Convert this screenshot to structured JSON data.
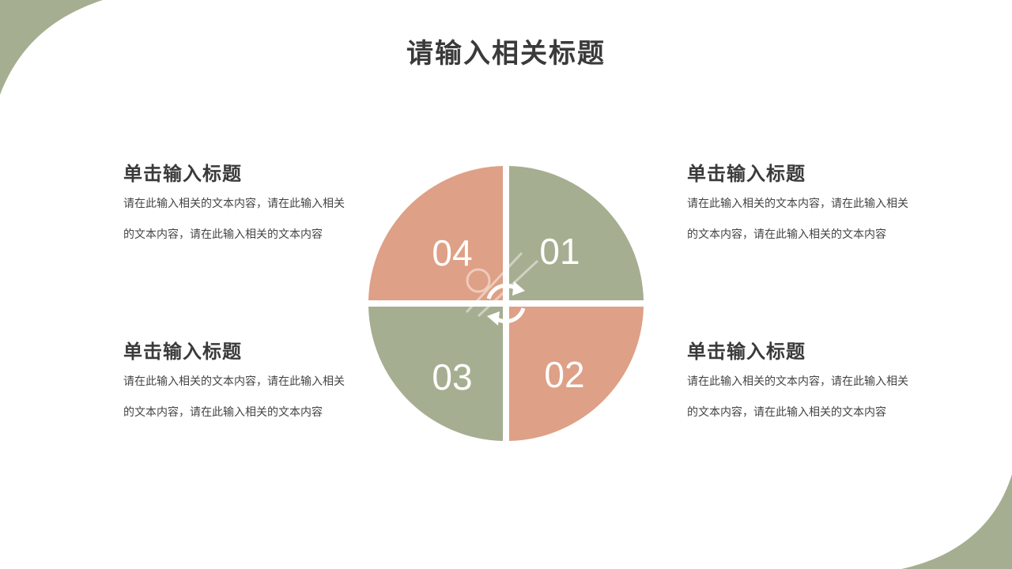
{
  "slide": {
    "title": "请输入相关标题",
    "colors": {
      "green": "#a6ae91",
      "salmon": "#dea086",
      "text": "#3a3a3a"
    },
    "blocks": [
      {
        "heading": "单击输入标题",
        "body": "请在此输入相关的文本内容，请在此输入相关的文本内容，请在此输入相关的文本内容"
      },
      {
        "heading": "单击输入标题",
        "body": "请在此输入相关的文本内容，请在此输入相关的文本内容，请在此输入相关的文本内容"
      },
      {
        "heading": "单击输入标题",
        "body": "请在此输入相关的文本内容，请在此输入相关的文本内容，请在此输入相关的文本内容"
      },
      {
        "heading": "单击输入标题",
        "body": "请在此输入相关的文本内容，请在此输入相关的文本内容，请在此输入相关的文本内容"
      }
    ],
    "quadrants": [
      {
        "label": "01",
        "color": "green"
      },
      {
        "label": "02",
        "color": "salmon"
      },
      {
        "label": "03",
        "color": "green"
      },
      {
        "label": "04",
        "color": "salmon"
      }
    ],
    "center_icon": "refresh-icon"
  }
}
